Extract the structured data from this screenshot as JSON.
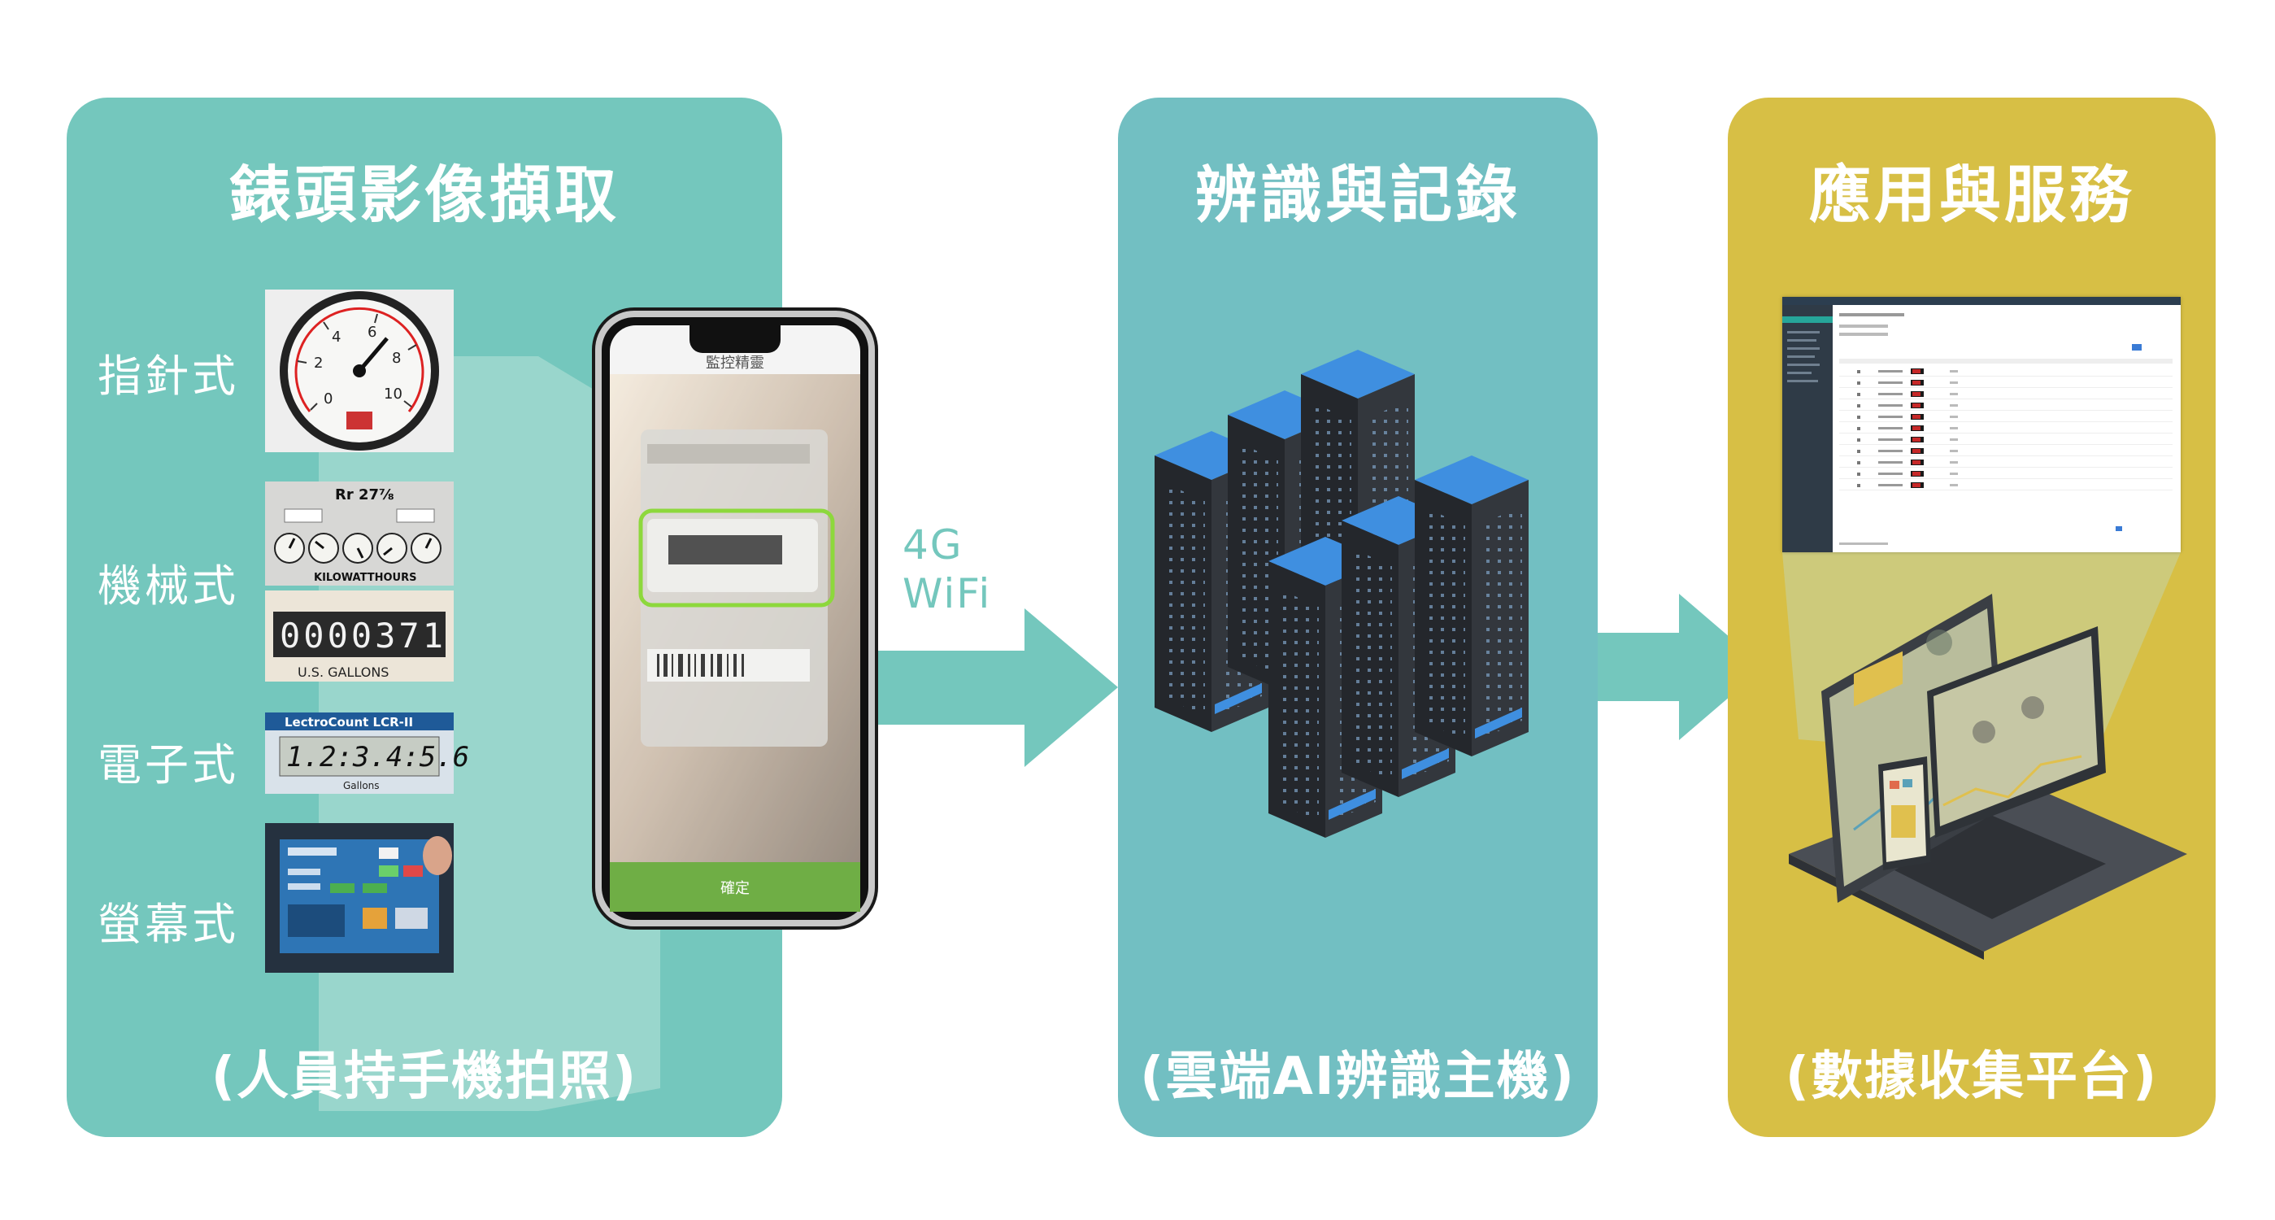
{
  "panels": {
    "capture": {
      "title": "錶頭影像擷取",
      "footer": "(人員持手機拍照)",
      "meter_types": [
        "指針式",
        "機械式",
        "電子式",
        "螢幕式"
      ]
    },
    "recognize": {
      "title": "辨識與記錄",
      "footer": "(雲端AI辨識主機)"
    },
    "service": {
      "title": "應用與服務",
      "footer": "(數據收集平台)"
    }
  },
  "connection": {
    "line1": "4G",
    "line2": "WiFi"
  },
  "phone": {
    "app_title": "監控精靈",
    "confirm": "確定"
  },
  "thumbnails": {
    "gauge_numbers": [
      "0",
      "2",
      "4",
      "6",
      "8",
      "10"
    ],
    "mech_top": "Rr 27⅞",
    "mech_brand": "KILOWATTHOURS",
    "mech_digits": "0000371",
    "mech_bottom": "U.S. GALLONS",
    "lcr_brand": "LectroCount LCR-II",
    "lcr_value": "1.2:3.4:5.6",
    "lcr_unit": "Gallons"
  },
  "colors": {
    "panel_capture": "#74c7bd",
    "panel_recognize": "#72bfc2",
    "panel_service": "#d7bf45",
    "arrow": "#74c7bd",
    "confirm_bar": "#6fae45"
  }
}
